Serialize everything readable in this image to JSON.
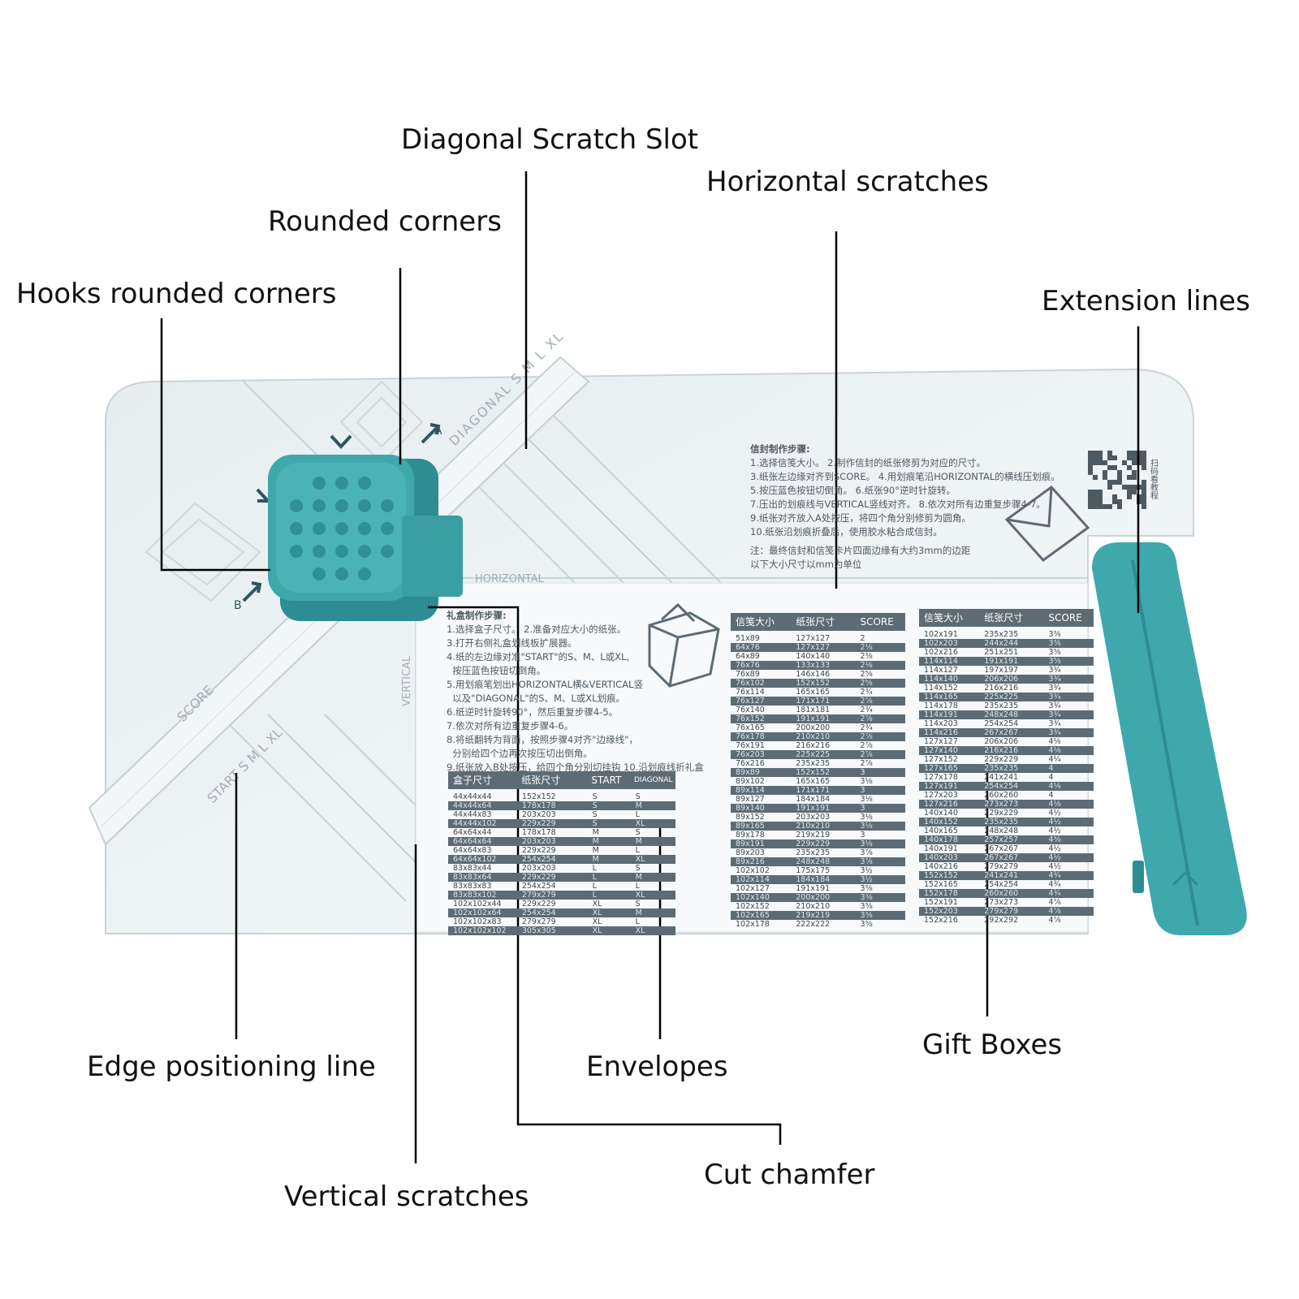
{
  "callouts": {
    "diagonal_slot": "Diagonal Scratch Slot",
    "horizontal_scratches": "Horizontal scratches",
    "rounded_corners": "Rounded corners",
    "hooks_rounded_corners": "Hooks rounded corners",
    "extension_lines": "Extension lines",
    "edge_positioning": "Edge positioning line",
    "envelopes": "Envelopes",
    "gift_boxes": "Gift Boxes",
    "cut_chamfer": "Cut chamfer",
    "vertical_scratches": "Vertical scratches"
  },
  "board": {
    "diagonal_label": "DIAGONAL",
    "diagonal_sizes": [
      "S",
      "M",
      "L",
      "XL"
    ],
    "horizontal_label": "HORIZONTAL",
    "vertical_label": "VERTICAL",
    "score_label": "SCORE",
    "start_label": "START",
    "start_sizes": [
      "S",
      "M",
      "L",
      "XL"
    ],
    "marker_a": "A",
    "marker_b": "B",
    "qr_text": "扫码看教程"
  },
  "envelope_steps": {
    "title": "信封制作步骤:",
    "lines": [
      "1.选择信笺大小。 2.制作信封的纸张修剪为对应的尺寸。",
      "3.纸张左边缘对齐到SCORE。 4.用划痕笔沿HORIZONTAL的横线压划痕。",
      "5.按压蓝色按钮切倒角。 6.纸张90°逆时针旋转。",
      "7.压出的划痕线与VERTICAL竖线对齐。 8.依次对所有边重复步骤4-7。",
      "9.纸张对齐放入A处按压，将四个角分别修剪为圆角。",
      "10.纸张沿划痕折叠后，使用胶水粘合成信封。"
    ],
    "note_lines": [
      "注：最终信封和信笺卡片四面边缘有大约3mm的边距",
      "以下大小尺寸以mm为单位"
    ]
  },
  "giftbox_steps": {
    "title": "礼盒制作步骤:",
    "lines": [
      "1.选择盒子尺寸。 2.准备对应大小的纸张。",
      "3.打开右侧礼盒划线板扩展器。",
      "4.纸的左边缘对准\"START\"的S、M、L或XL,",
      "  按压蓝色按钮切倒角。",
      "5.用划痕笔划出HORIZONTAL横&VERTICAL竖",
      "  以及\"DIAGONAL\"的S、M、L或XL划痕。",
      "6.纸逆时针旋转90°，然后重复步骤4-5。",
      "7.依次对所有边重复步骤4-6。",
      "8.将纸翻转为背面，按照步骤4对齐\"边缘线\"，",
      "  分别给四个边再次按压切出倒角。",
      "9.纸张放入B处按压，给四个角分别切挂钩 10.沿划痕线折礼盒"
    ]
  },
  "box_table": {
    "headers": [
      "盒子尺寸",
      "纸张尺寸",
      "START",
      "DIAGONAL"
    ],
    "rows": [
      [
        "44x44x44",
        "152x152",
        "S",
        "S"
      ],
      [
        "44x44x64",
        "178x178",
        "S",
        "M"
      ],
      [
        "44x44x83",
        "203x203",
        "S",
        "L"
      ],
      [
        "44x44x102",
        "229x229",
        "S",
        "XL"
      ],
      [
        "64x64x44",
        "178x178",
        "M",
        "S"
      ],
      [
        "64x64x64",
        "203x203",
        "M",
        "M"
      ],
      [
        "64x64x83",
        "229x229",
        "M",
        "L"
      ],
      [
        "64x64x102",
        "254x254",
        "M",
        "XL"
      ],
      [
        "83x83x44",
        "203x203",
        "L",
        "S"
      ],
      [
        "83x83x64",
        "229x229",
        "L",
        "M"
      ],
      [
        "83x83x83",
        "254x254",
        "L",
        "L"
      ],
      [
        "83x83x102",
        "279x279",
        "L",
        "XL"
      ],
      [
        "102x102x44",
        "229x229",
        "XL",
        "S"
      ],
      [
        "102x102x64",
        "254x254",
        "XL",
        "M"
      ],
      [
        "102x102x83",
        "279x279",
        "XL",
        "L"
      ],
      [
        "102x102x102",
        "305x305",
        "XL",
        "XL"
      ]
    ]
  },
  "env_table_1": {
    "headers": [
      "信笺大小",
      "纸张尺寸",
      "SCORE"
    ],
    "rows": [
      [
        "51x89",
        "127x127",
        "2"
      ],
      [
        "64x76",
        "127x127",
        "2⅛"
      ],
      [
        "64x89",
        "140x140",
        "2⅜"
      ],
      [
        "76x76",
        "133x133",
        "2⅛"
      ],
      [
        "76x89",
        "146x146",
        "2⅝"
      ],
      [
        "76x102",
        "152x152",
        "2⅝"
      ],
      [
        "76x114",
        "165x165",
        "2¾"
      ],
      [
        "76x127",
        "171x171",
        "2⅞"
      ],
      [
        "76x140",
        "181x181",
        "2¾"
      ],
      [
        "76x152",
        "191x191",
        "2⅞"
      ],
      [
        "76x165",
        "200x200",
        "2¾"
      ],
      [
        "76x178",
        "210x210",
        "2⅞"
      ],
      [
        "76x191",
        "216x216",
        "2⅞"
      ],
      [
        "76x203",
        "225x225",
        "2⅞"
      ],
      [
        "76x216",
        "235x235",
        "2⅞"
      ],
      [
        "89x89",
        "152x152",
        "3"
      ],
      [
        "89x102",
        "165x165",
        "3⅛"
      ],
      [
        "89x114",
        "171x171",
        "3"
      ],
      [
        "89x127",
        "184x184",
        "3⅛"
      ],
      [
        "89x140",
        "191x191",
        "3"
      ],
      [
        "89x152",
        "203x203",
        "3⅛"
      ],
      [
        "89x165",
        "210x210",
        "3⅛"
      ],
      [
        "89x178",
        "219x219",
        "3"
      ],
      [
        "89x191",
        "229x229",
        "3⅛"
      ],
      [
        "89x203",
        "235x235",
        "3⅞"
      ],
      [
        "89x216",
        "248x248",
        "3⅞"
      ],
      [
        "102x102",
        "175x175",
        "3½"
      ],
      [
        "102x114",
        "184x184",
        "3½"
      ],
      [
        "102x127",
        "191x191",
        "3⅜"
      ],
      [
        "102x140",
        "200x200",
        "3⅜"
      ],
      [
        "102x152",
        "210x210",
        "3⅜"
      ],
      [
        "102x165",
        "219x219",
        "3⅜"
      ],
      [
        "102x178",
        "222x222",
        "3⅜"
      ]
    ]
  },
  "env_table_2": {
    "headers": [
      "信笺大小",
      "纸张尺寸",
      "SCORE"
    ],
    "rows": [
      [
        "102x191",
        "235x235",
        "3⅜"
      ],
      [
        "102x203",
        "244x244",
        "3⅜"
      ],
      [
        "102x216",
        "251x251",
        "3⅜"
      ],
      [
        "114x114",
        "191x191",
        "3⅝"
      ],
      [
        "114x127",
        "197x197",
        "3¾"
      ],
      [
        "114x140",
        "206x206",
        "3¾"
      ],
      [
        "114x152",
        "216x216",
        "3¾"
      ],
      [
        "114x165",
        "225x225",
        "3¾"
      ],
      [
        "114x178",
        "235x235",
        "3¾"
      ],
      [
        "114x191",
        "248x248",
        "3¾"
      ],
      [
        "114x203",
        "254x254",
        "3¾"
      ],
      [
        "114x216",
        "267x267",
        "3¾"
      ],
      [
        "127x127",
        "206x206",
        "4⅛"
      ],
      [
        "127x140",
        "216x216",
        "4⅛"
      ],
      [
        "127x152",
        "229x229",
        "4¼"
      ],
      [
        "127x165",
        "235x235",
        "4"
      ],
      [
        "127x178",
        "241x241",
        "4"
      ],
      [
        "127x191",
        "254x254",
        "4⅛"
      ],
      [
        "127x203",
        "260x260",
        "4"
      ],
      [
        "127x216",
        "273x273",
        "4⅛"
      ],
      [
        "140x140",
        "229x229",
        "4½"
      ],
      [
        "140x152",
        "235x235",
        "4½"
      ],
      [
        "140x165",
        "248x248",
        "4½"
      ],
      [
        "140x178",
        "257x257",
        "4⅜"
      ],
      [
        "140x191",
        "267x267",
        "4½"
      ],
      [
        "140x203",
        "267x267",
        "4½"
      ],
      [
        "140x216",
        "279x279",
        "4½"
      ],
      [
        "152x152",
        "241x241",
        "4¾"
      ],
      [
        "152x165",
        "254x254",
        "4¾"
      ],
      [
        "152x178",
        "260x260",
        "4¾"
      ],
      [
        "152x191",
        "273x273",
        "4⅞"
      ],
      [
        "152x203",
        "279x279",
        "4⅞"
      ],
      [
        "152x216",
        "292x292",
        "4⅞"
      ]
    ]
  },
  "colors": {
    "board": "#eef3f4",
    "teal": "#3fa8ad",
    "teal_dark": "#2e8d92",
    "table_bar": "#5d6b74"
  }
}
